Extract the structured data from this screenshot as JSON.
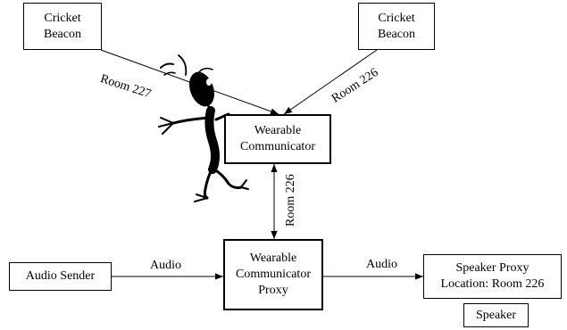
{
  "nodes": {
    "beacon_left": {
      "lines": [
        "Cricket",
        "Beacon"
      ]
    },
    "beacon_right": {
      "lines": [
        "Cricket",
        "Beacon"
      ]
    },
    "wearable": {
      "lines": [
        "Wearable",
        "Communicator"
      ]
    },
    "wc_proxy": {
      "lines": [
        "Wearable",
        "Communicator",
        "Proxy"
      ]
    },
    "audio_sender": {
      "label": "Audio Sender"
    },
    "speaker_proxy": {
      "lines": [
        "Speaker Proxy",
        "Location: Room 226"
      ]
    },
    "speaker": {
      "label": "Speaker"
    }
  },
  "edges": {
    "beacon_left_to_wearable": "Room 227",
    "beacon_right_to_wearable": "Room 226",
    "wearable_to_proxy": "Room 226",
    "sender_to_proxy": "Audio",
    "proxy_to_speaker": "Audio"
  },
  "figure": {
    "icon": "stick-figure-person-icon"
  }
}
